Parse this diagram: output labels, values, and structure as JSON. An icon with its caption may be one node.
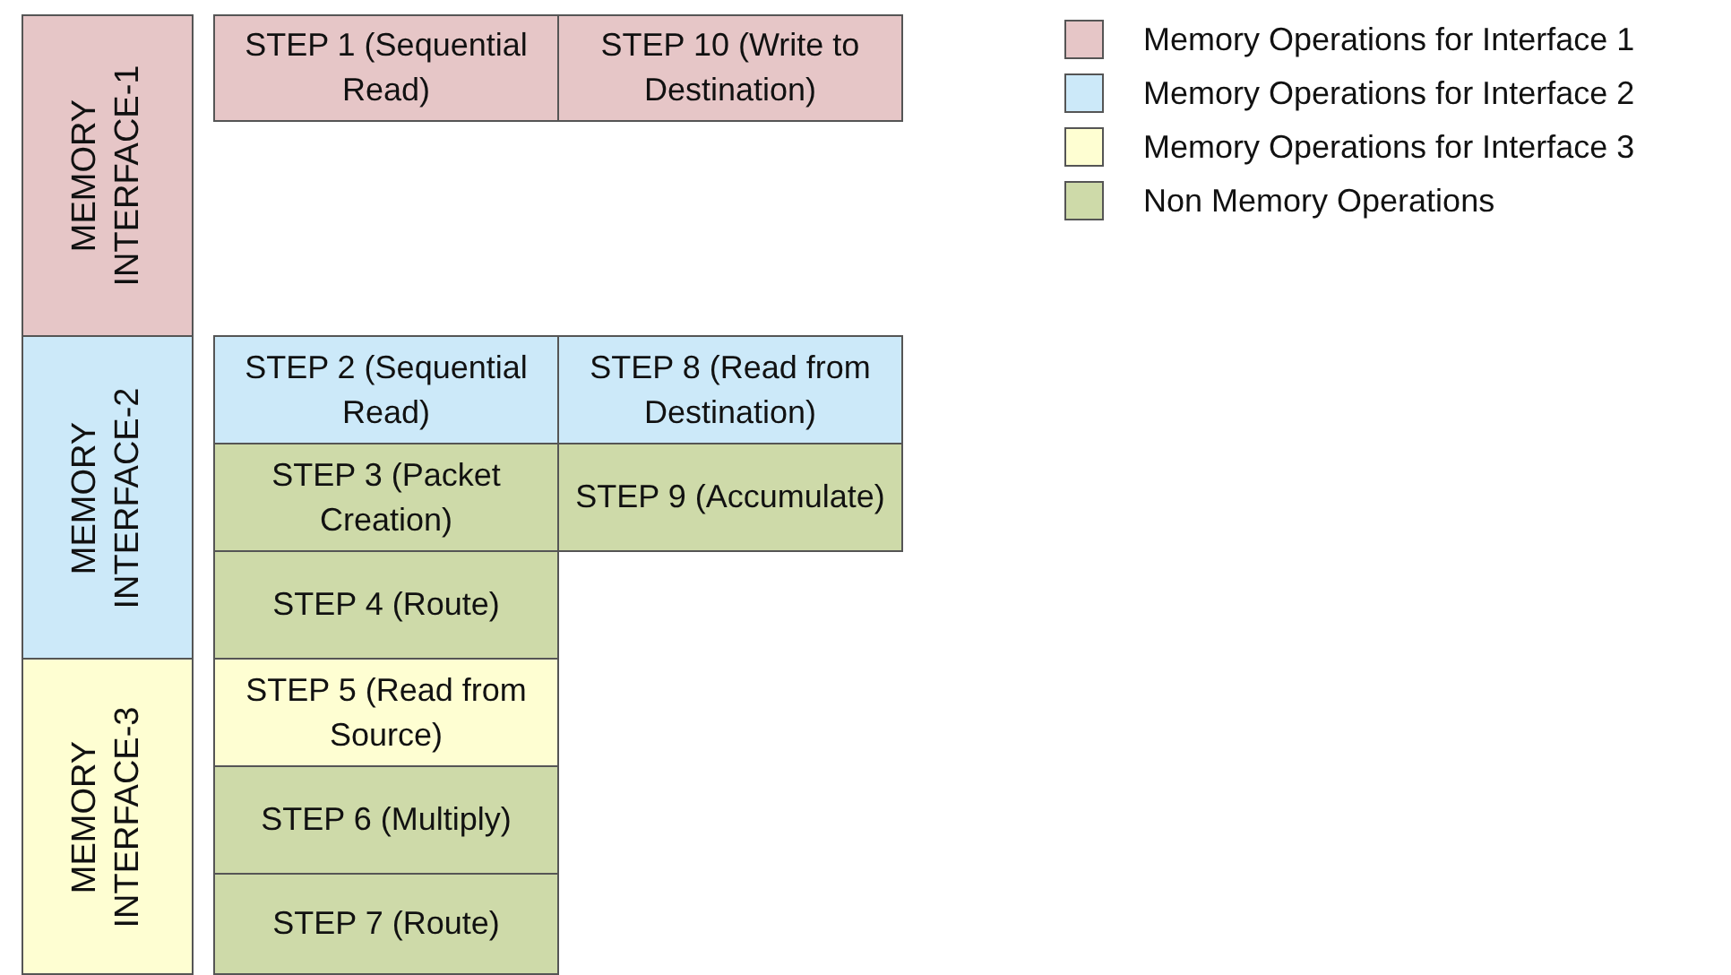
{
  "diagram": {
    "nodes": [
      {
        "text": [
          "MEMORY INTERFACE-1"
        ]
      },
      {
        "text": [
          "MEMORY INTERFACE-2"
        ]
      },
      {
        "text": [
          "MEMORY INTERFACE-3"
        ]
      },
      {
        "text": [
          "STEP 1 (Sequential Read)"
        ]
      },
      {
        "text": [
          "STEP 10 (Write to Destination)"
        ]
      },
      {
        "text": [
          "STEP 2 (Sequential Read)"
        ]
      },
      {
        "text": [
          "STEP 8 (Read from Destination)"
        ]
      },
      {
        "text": [
          "STEP 3 (Packet Creation)"
        ]
      },
      {
        "text": [
          "STEP 9 (Accumulate)"
        ]
      },
      {
        "text": [
          "STEP 4 (Route)"
        ]
      },
      {
        "text": [
          "STEP 5 (Read from Source)"
        ]
      },
      {
        "text": [
          "STEP 6 (Multiply)"
        ]
      },
      {
        "text": [
          "STEP 7 (Route)"
        ]
      }
    ],
    "legend": [
      {
        "text": "Memory Operations for Interface 1",
        "color": "#e6c6c7"
      },
      {
        "text": "Memory Operations for Interface 2",
        "color": "#cce9f9"
      },
      {
        "text": "Memory Operations for Interface 3",
        "color": "#fefed2"
      },
      {
        "text": "Non Memory Operations",
        "color": "#cedaa9"
      }
    ]
  }
}
